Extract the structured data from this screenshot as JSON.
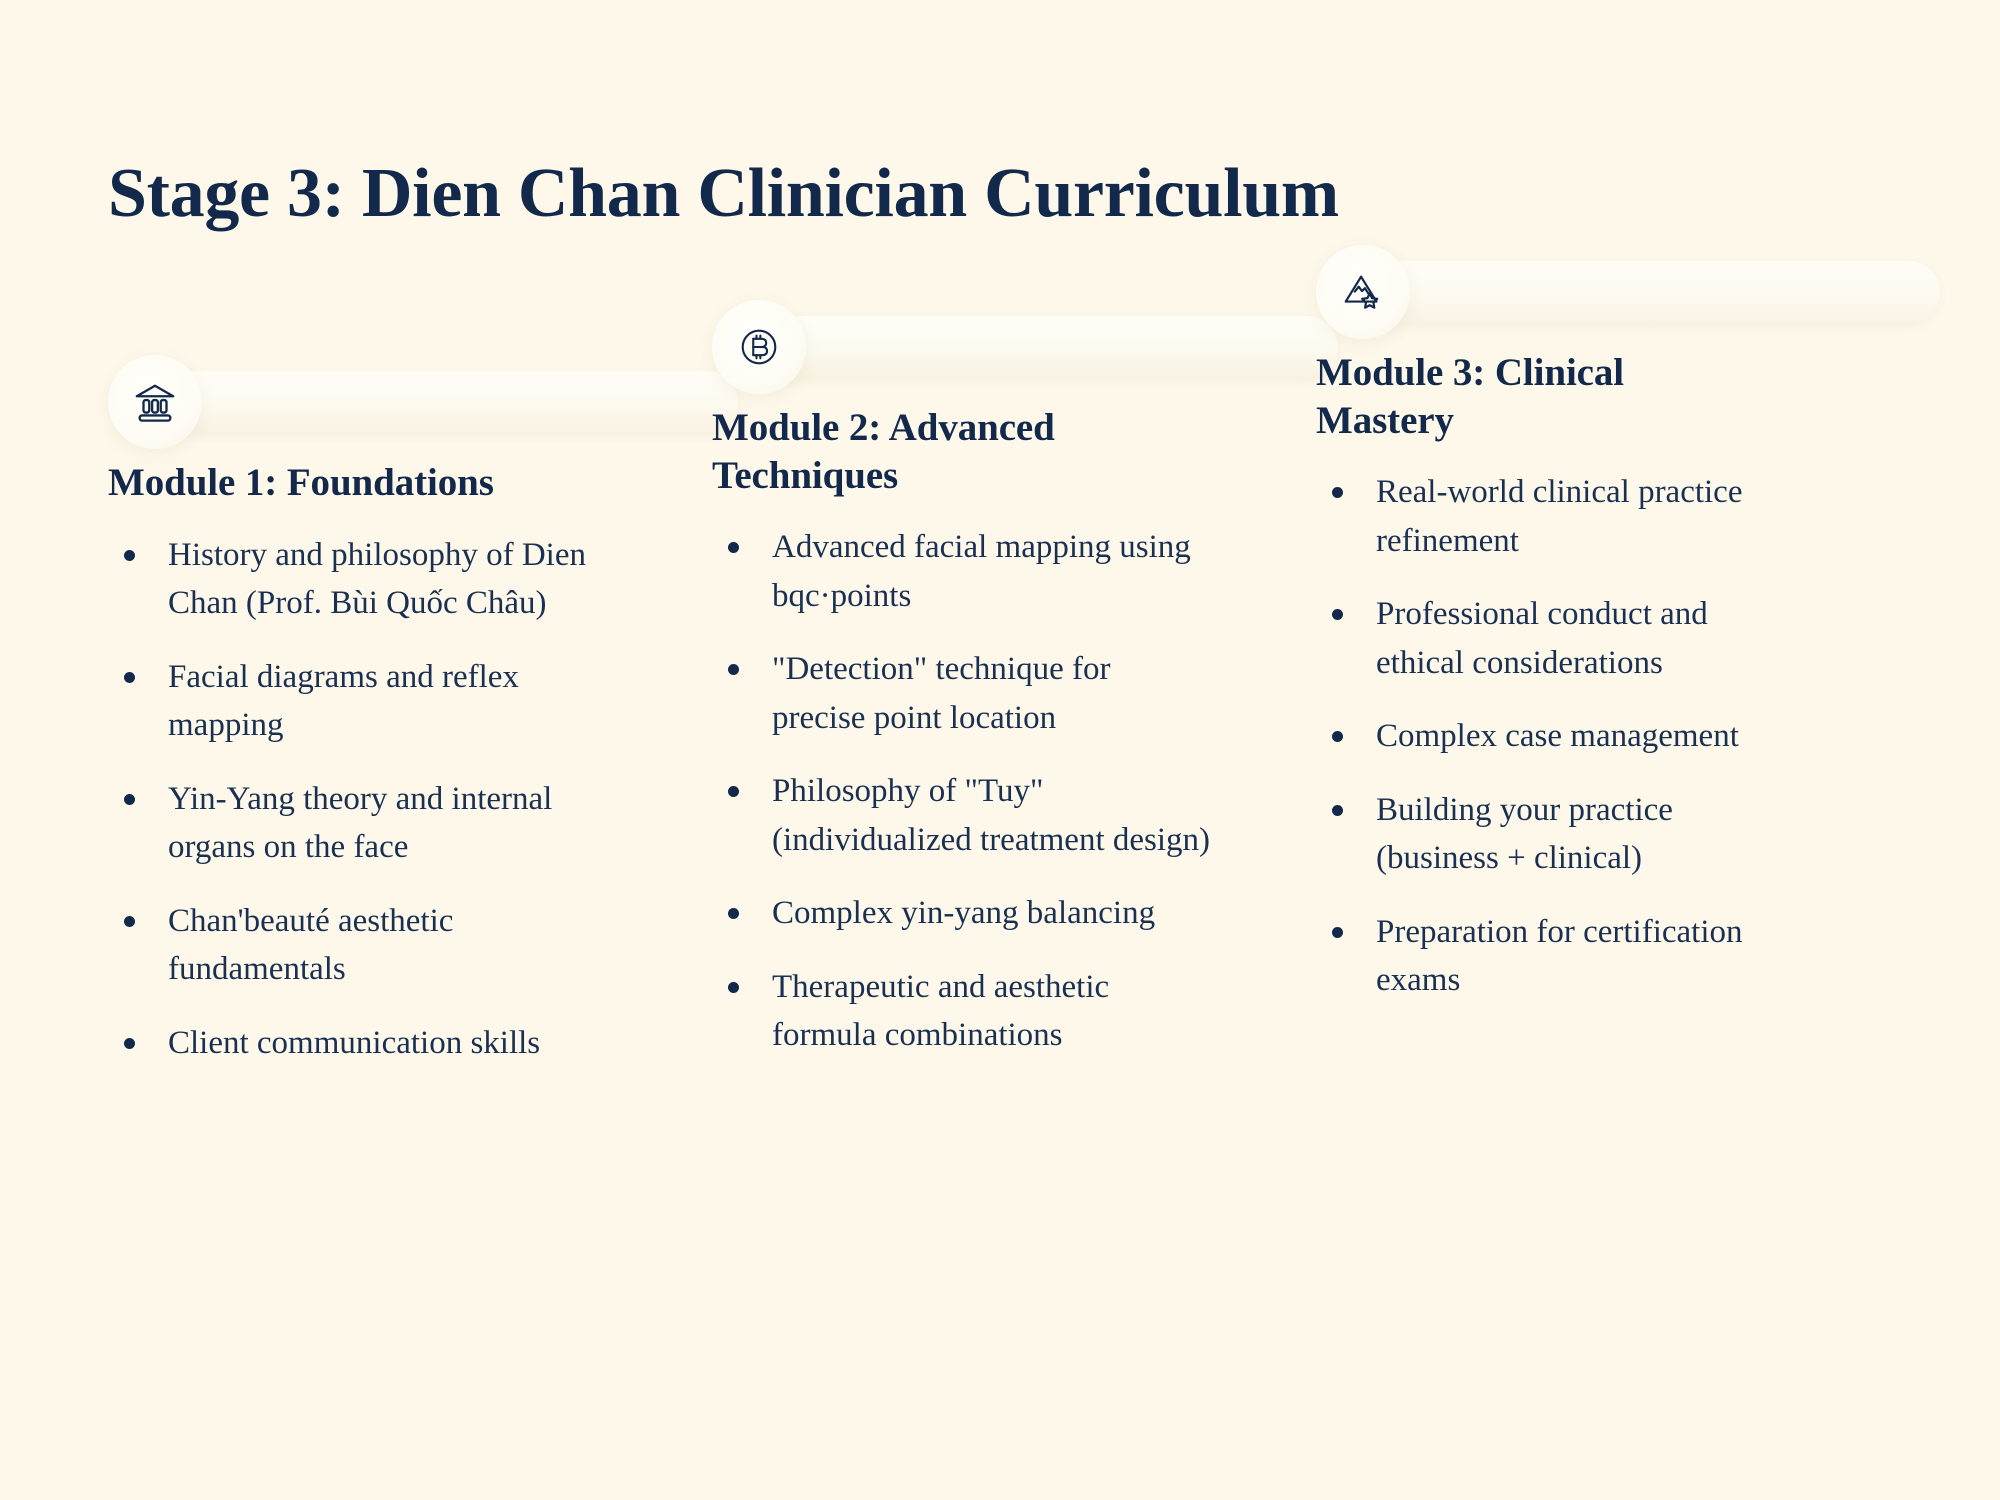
{
  "slide": {
    "title": "Stage 3: Dien Chan Clinician Curriculum",
    "background_color": "#fdf8ea",
    "text_color": "#13294b",
    "accent_color": "#1a3052"
  },
  "columns": [
    {
      "icon": "bank-building-icon",
      "title": "Module 1: Foundations",
      "bullets": [
        "History and philosophy of Dien Chan (Prof. Bùi Quốc Châu)",
        "Facial diagrams and reflex mapping",
        "Yin-Yang theory and internal organs on the face",
        "Chan'beauté aesthetic fundamentals",
        "Client communication skills"
      ]
    },
    {
      "icon": "bitcoin-circle-icon",
      "title": "Module 2: Advanced Techniques",
      "bullets": [
        "Advanced facial mapping using bqc·points",
        "\"Detection\" technique for precise point location",
        "Philosophy of \"Tuy\" (individualized treatment design)",
        "Complex yin-yang balancing",
        "Therapeutic and aesthetic formula combinations"
      ]
    },
    {
      "icon": "mountain-star-icon",
      "title": "Module 3: Clinical Mastery",
      "bullets": [
        "Real-world clinical practice refinement",
        "Professional conduct and ethical considerations",
        "Complex case management",
        "Building your practice (business + clinical)",
        "Preparation for certification exams"
      ]
    }
  ]
}
